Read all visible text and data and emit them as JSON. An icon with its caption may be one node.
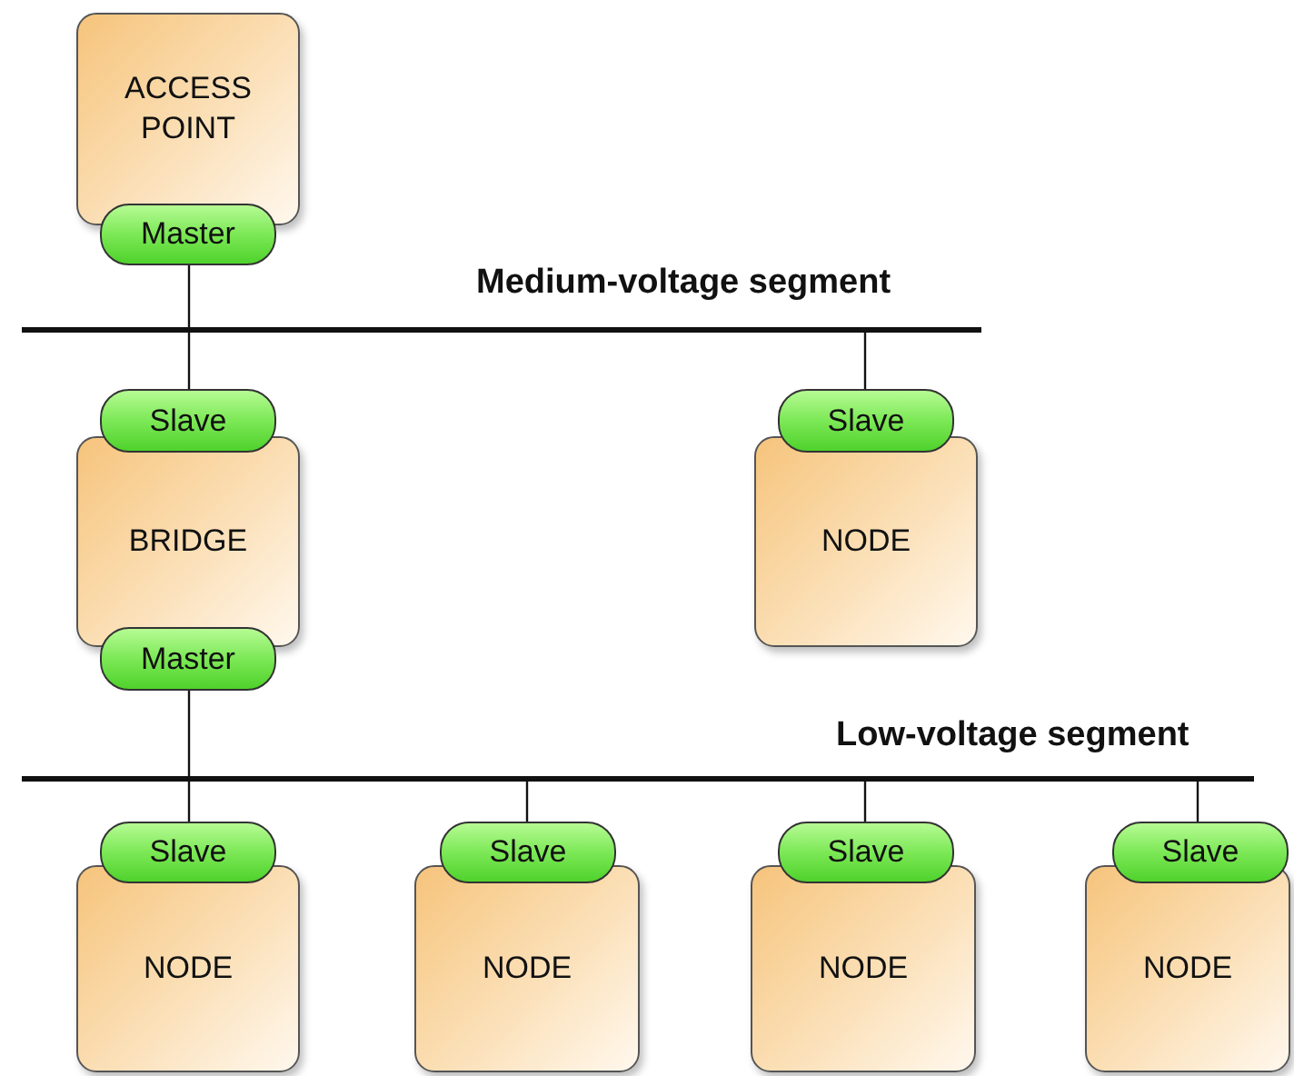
{
  "diagram": {
    "nodes": [
      {
        "text": [
          "ACCESS POINT"
        ]
      },
      {
        "text": [
          "Master"
        ]
      },
      {
        "text": [],
        "shape": "bar",
        "beside": [
          "Medium-voltage segment"
        ]
      },
      {
        "text": [
          "Slave"
        ]
      },
      {
        "text": [
          "Slave"
        ]
      },
      {
        "text": [
          "BRIDGE"
        ]
      },
      {
        "text": [
          "NODE"
        ]
      },
      {
        "text": [
          "Master"
        ]
      },
      {
        "text": [],
        "shape": "bar",
        "beside": [
          "Low-voltage segment"
        ]
      },
      {
        "text": [
          "Slave"
        ]
      },
      {
        "text": [
          "Slave"
        ]
      },
      {
        "text": [
          "Slave"
        ]
      },
      {
        "text": [
          "Slave"
        ]
      },
      {
        "text": [
          "NODE"
        ]
      },
      {
        "text": [
          "NODE"
        ]
      },
      {
        "text": [
          "NODE"
        ]
      },
      {
        "text": [
          "NODE"
        ]
      }
    ],
    "edges": [
      {
        "from": 1,
        "to": 2,
        "arrow": "none"
      },
      {
        "from": 2,
        "to": 3,
        "arrow": "none"
      },
      {
        "from": 2,
        "to": 4,
        "arrow": "none"
      },
      {
        "from": 7,
        "to": 8,
        "arrow": "none"
      },
      {
        "from": 8,
        "to": 9,
        "arrow": "none"
      },
      {
        "from": 8,
        "to": 10,
        "arrow": "none"
      },
      {
        "from": 8,
        "to": 11,
        "arrow": "none"
      },
      {
        "from": 8,
        "to": 12,
        "arrow": "none"
      }
    ]
  }
}
